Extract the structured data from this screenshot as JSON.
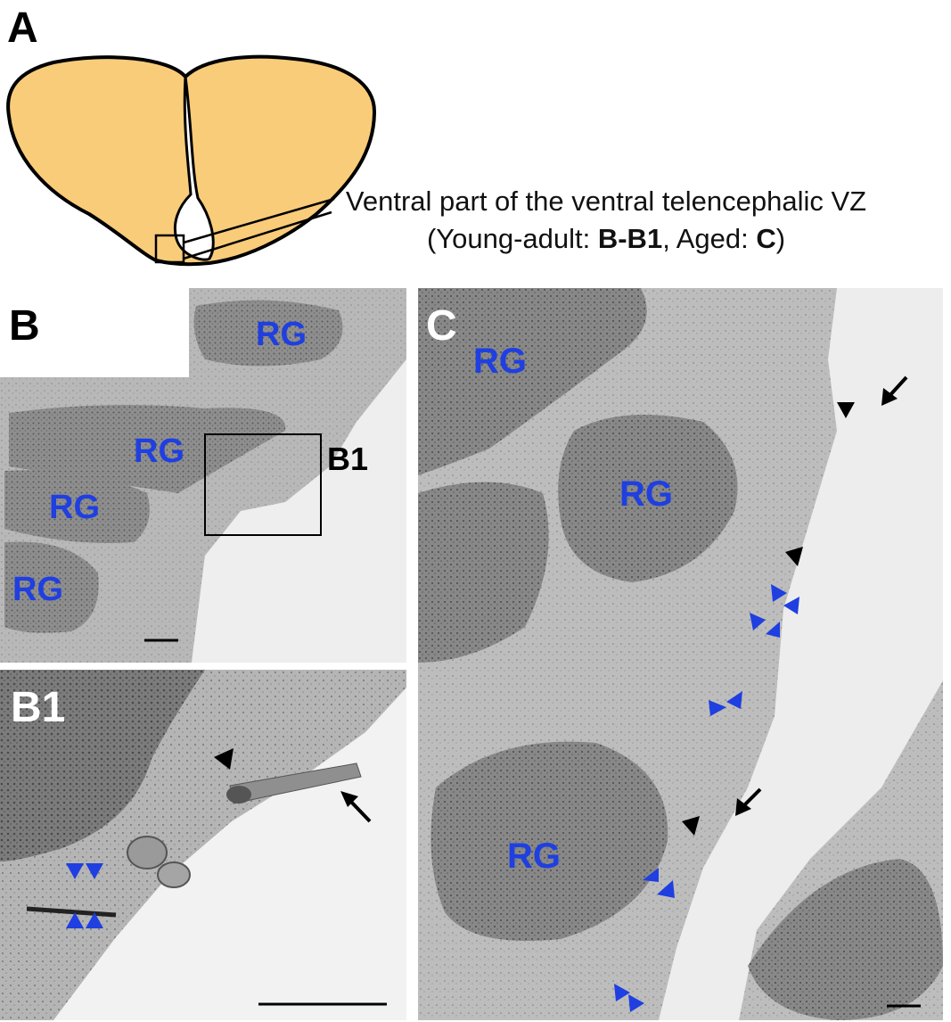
{
  "panels": {
    "a": {
      "letter": "A"
    },
    "b": {
      "letter": "B",
      "inset_label": "B1"
    },
    "b1": {
      "letter": "B1"
    },
    "c": {
      "letter": "C"
    }
  },
  "schematic": {
    "fill_color": "#f9cc7a",
    "caption_line1": "Ventral part of the ventral telencephalic VZ",
    "caption_line2_prefix": "(Young-adult: ",
    "caption_line2_b": "B-B1",
    "caption_line2_mid": ", Aged: ",
    "caption_line2_c": "C",
    "caption_line2_suffix": ")"
  },
  "labels": {
    "rg": "RG",
    "rg_color": "#1f3fe0"
  },
  "markers": {
    "blue_arrowhead_color": "#1f3fe0",
    "black_arrowhead_color": "#000000",
    "arrow_color": "#000000"
  },
  "scale_bar_color": "#000000"
}
